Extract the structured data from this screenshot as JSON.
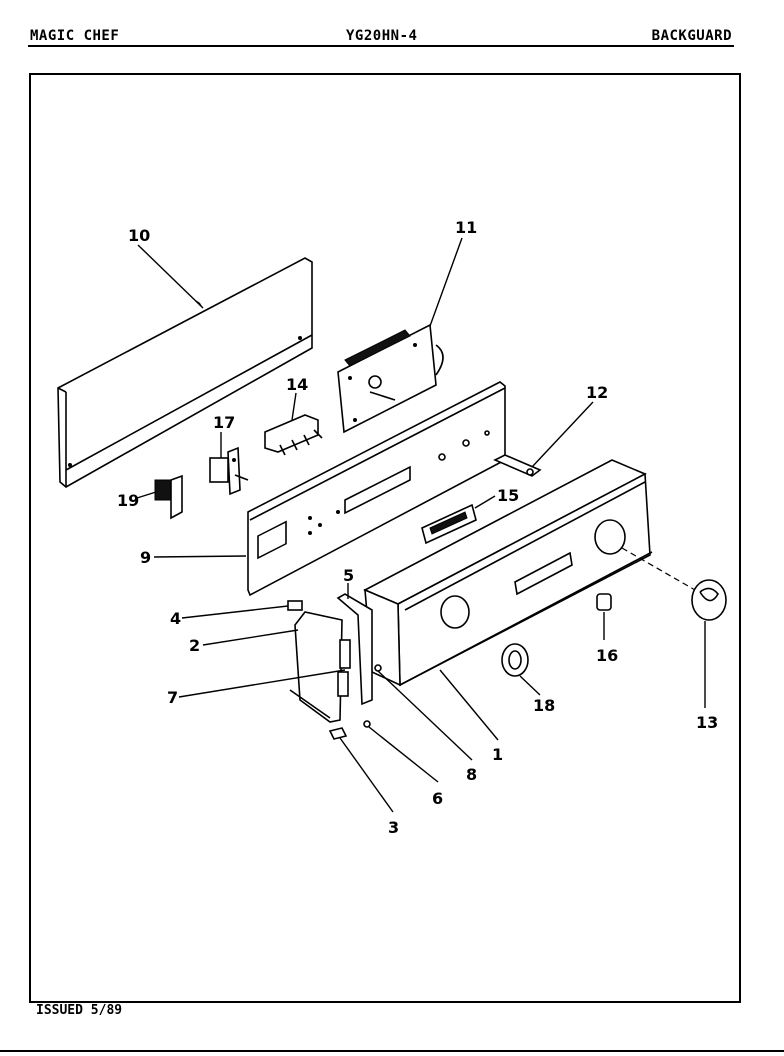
{
  "header": {
    "brand": "MAGIC CHEF",
    "model": "YG20HN-4",
    "section": "BACKGUARD"
  },
  "footer": {
    "issued": "ISSUED 5/89"
  },
  "diagram": {
    "callouts": [
      "1",
      "2",
      "3",
      "4",
      "5",
      "6",
      "7",
      "8",
      "9",
      "10",
      "11",
      "12",
      "13",
      "14",
      "15",
      "16",
      "17",
      "18",
      "19"
    ]
  }
}
